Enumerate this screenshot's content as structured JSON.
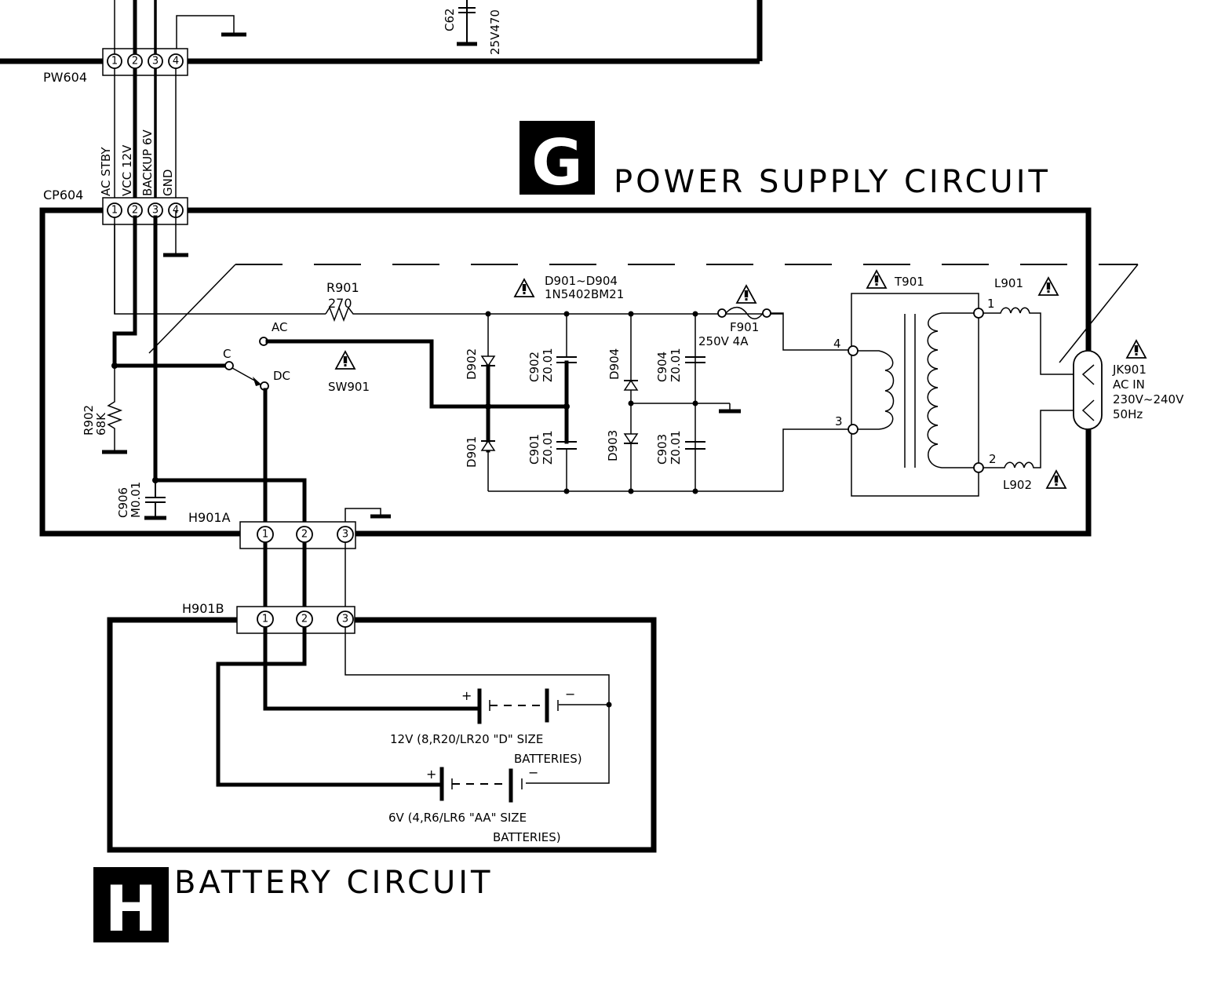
{
  "sections": {
    "power_supply": {
      "badge": "G",
      "title": "POWER SUPPLY CIRCUIT"
    },
    "battery": {
      "badge": "H",
      "title": "BATTERY CIRCUIT"
    }
  },
  "connectors": {
    "pw604": {
      "ref": "PW604",
      "pins": [
        "1",
        "2",
        "3",
        "4"
      ]
    },
    "cp604": {
      "ref": "CP604",
      "pins": [
        "1",
        "2",
        "3",
        "4"
      ]
    },
    "h901a": {
      "ref": "H901A",
      "pins": [
        "1",
        "2",
        "3"
      ]
    },
    "h901b": {
      "ref": "H901B",
      "pins": [
        "1",
        "2",
        "3"
      ]
    },
    "signal_names": [
      "AC STBY",
      "VCC 12V",
      "BACKUP 6V",
      "GND"
    ]
  },
  "components": {
    "c62": {
      "ref": "C62",
      "value": "25V470"
    },
    "r901": {
      "ref": "R901",
      "value": "270"
    },
    "r902": {
      "ref": "R902",
      "value": "68K"
    },
    "c906": {
      "ref": "C906",
      "value": "M0.01"
    },
    "sw901": {
      "ref": "SW901",
      "pos_ac": "AC",
      "pos_c": "C",
      "pos_dc": "DC"
    },
    "diodes": {
      "group": "D901~D904",
      "part": "1N5402BM21",
      "refs": [
        "D901",
        "D902",
        "D903",
        "D904"
      ]
    },
    "caps": [
      {
        "ref": "C901",
        "value": "Z0.01"
      },
      {
        "ref": "C902",
        "value": "Z0.01"
      },
      {
        "ref": "C903",
        "value": "Z0.01"
      },
      {
        "ref": "C904",
        "value": "Z0.01"
      }
    ],
    "f901": {
      "ref": "F901",
      "rating": "250V 4A"
    },
    "t901": {
      "ref": "T901",
      "pins": [
        "1",
        "2",
        "3",
        "4"
      ]
    },
    "l901": {
      "ref": "L901"
    },
    "l902": {
      "ref": "L902"
    },
    "jk901": {
      "ref": "JK901",
      "line1": "AC IN",
      "line2": "230V~240V",
      "line3": "50Hz"
    }
  },
  "batteries": {
    "b12": {
      "plus": "+",
      "minus": "−",
      "line1": "12V (8,R20/LR20 \"D\" SIZE",
      "line2": "BATTERIES)"
    },
    "b6": {
      "plus": "+",
      "minus": "−",
      "line1": "6V (4,R6/LR6 \"AA\" SIZE",
      "line2": "BATTERIES)"
    }
  }
}
